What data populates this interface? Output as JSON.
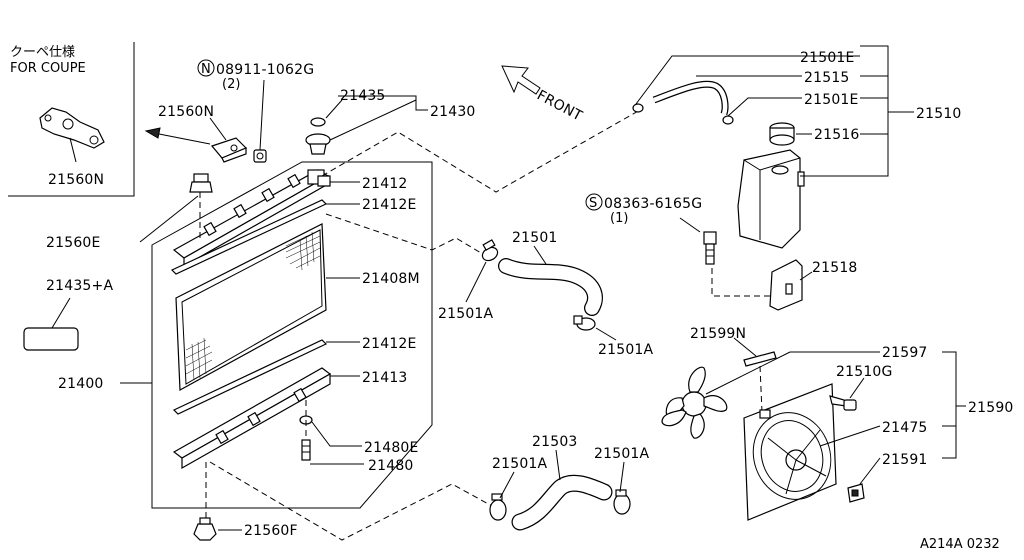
{
  "diagram": {
    "inset": {
      "title_jp": "クーペ仕様",
      "title_en": "FOR COUPE",
      "part": "21560N"
    },
    "labels": {
      "p21560N_top": "21560N",
      "p08911": "08911-1062G",
      "p08911_qty": "(2)",
      "p21435": "21435",
      "p21430": "21430",
      "p21412": "21412",
      "p21412E_top": "21412E",
      "p21560E": "21560E",
      "p21435A": "21435+A",
      "p21408M": "21408M",
      "p21412E_bottom": "21412E",
      "p21413": "21413",
      "p21400": "21400",
      "p21480E": "21480E",
      "p21480": "21480",
      "p21560F": "21560F",
      "p21501": "21501",
      "p21501A_left": "21501A",
      "p21501A_mid": "21501A",
      "p21503": "21503",
      "p21501A_low1": "21501A",
      "p21501A_low2": "21501A",
      "p21501E_top": "21501E",
      "p21515": "21515",
      "p21501E_mid": "21501E",
      "p21516": "21516",
      "p21510": "21510",
      "p08363": "08363-6165G",
      "p08363_qty": "(1)",
      "p21518": "21518",
      "p21599N": "21599N",
      "p21597": "21597",
      "p21510G": "21510G",
      "p21590": "21590",
      "p21475": "21475",
      "p21591": "21591",
      "front": "FRONT",
      "ref": "A214A 0232",
      "circle_n": "N",
      "circle_s": "S"
    }
  }
}
